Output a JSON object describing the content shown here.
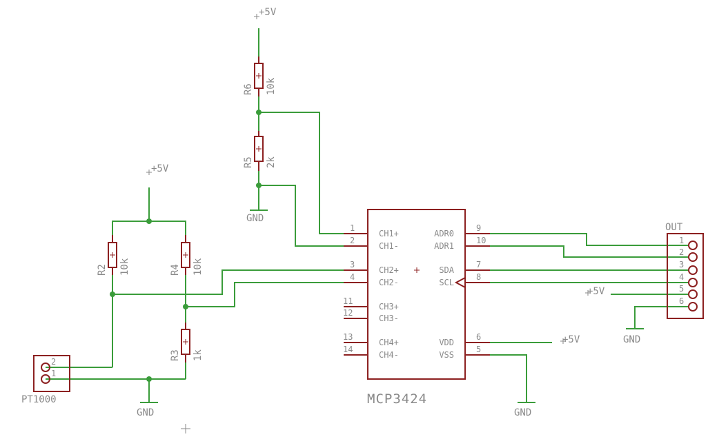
{
  "supply_labels": {
    "top": "+5V",
    "bridge": "+5V",
    "vdd": "+5V",
    "out": "+5V"
  },
  "ground_labels": {
    "r5": "GND",
    "bridge": "GND",
    "vss": "GND",
    "out": "GND"
  },
  "resistors": {
    "r6": {
      "name": "R6",
      "value": "10k"
    },
    "r5": {
      "name": "R5",
      "value": "2k"
    },
    "r2": {
      "name": "R2",
      "value": "10k"
    },
    "r4": {
      "name": "R4",
      "value": "10k"
    },
    "r3": {
      "name": "R3",
      "value": "1k"
    }
  },
  "ic": {
    "name": "MCP3424",
    "left_pins": [
      {
        "num": "1",
        "label": "CH1+"
      },
      {
        "num": "2",
        "label": "CH1-"
      },
      {
        "num": "3",
        "label": "CH2+"
      },
      {
        "num": "4",
        "label": "CH2-"
      },
      {
        "num": "11",
        "label": "CH3+"
      },
      {
        "num": "12",
        "label": "CH3-"
      },
      {
        "num": "13",
        "label": "CH4+"
      },
      {
        "num": "14",
        "label": "CH4-"
      }
    ],
    "right_pins": [
      {
        "num": "9",
        "label": "ADR0"
      },
      {
        "num": "10",
        "label": "ADR1"
      },
      {
        "num": "7",
        "label": "SDA"
      },
      {
        "num": "8",
        "label": "SCL"
      },
      {
        "num": "6",
        "label": "VDD"
      },
      {
        "num": "5",
        "label": "VSS"
      }
    ]
  },
  "connector_out": {
    "name": "OUT",
    "pins": [
      "1",
      "2",
      "3",
      "4",
      "5",
      "6"
    ]
  },
  "connector_pt": {
    "name": "PT1000",
    "pins": [
      "2",
      "1"
    ]
  }
}
